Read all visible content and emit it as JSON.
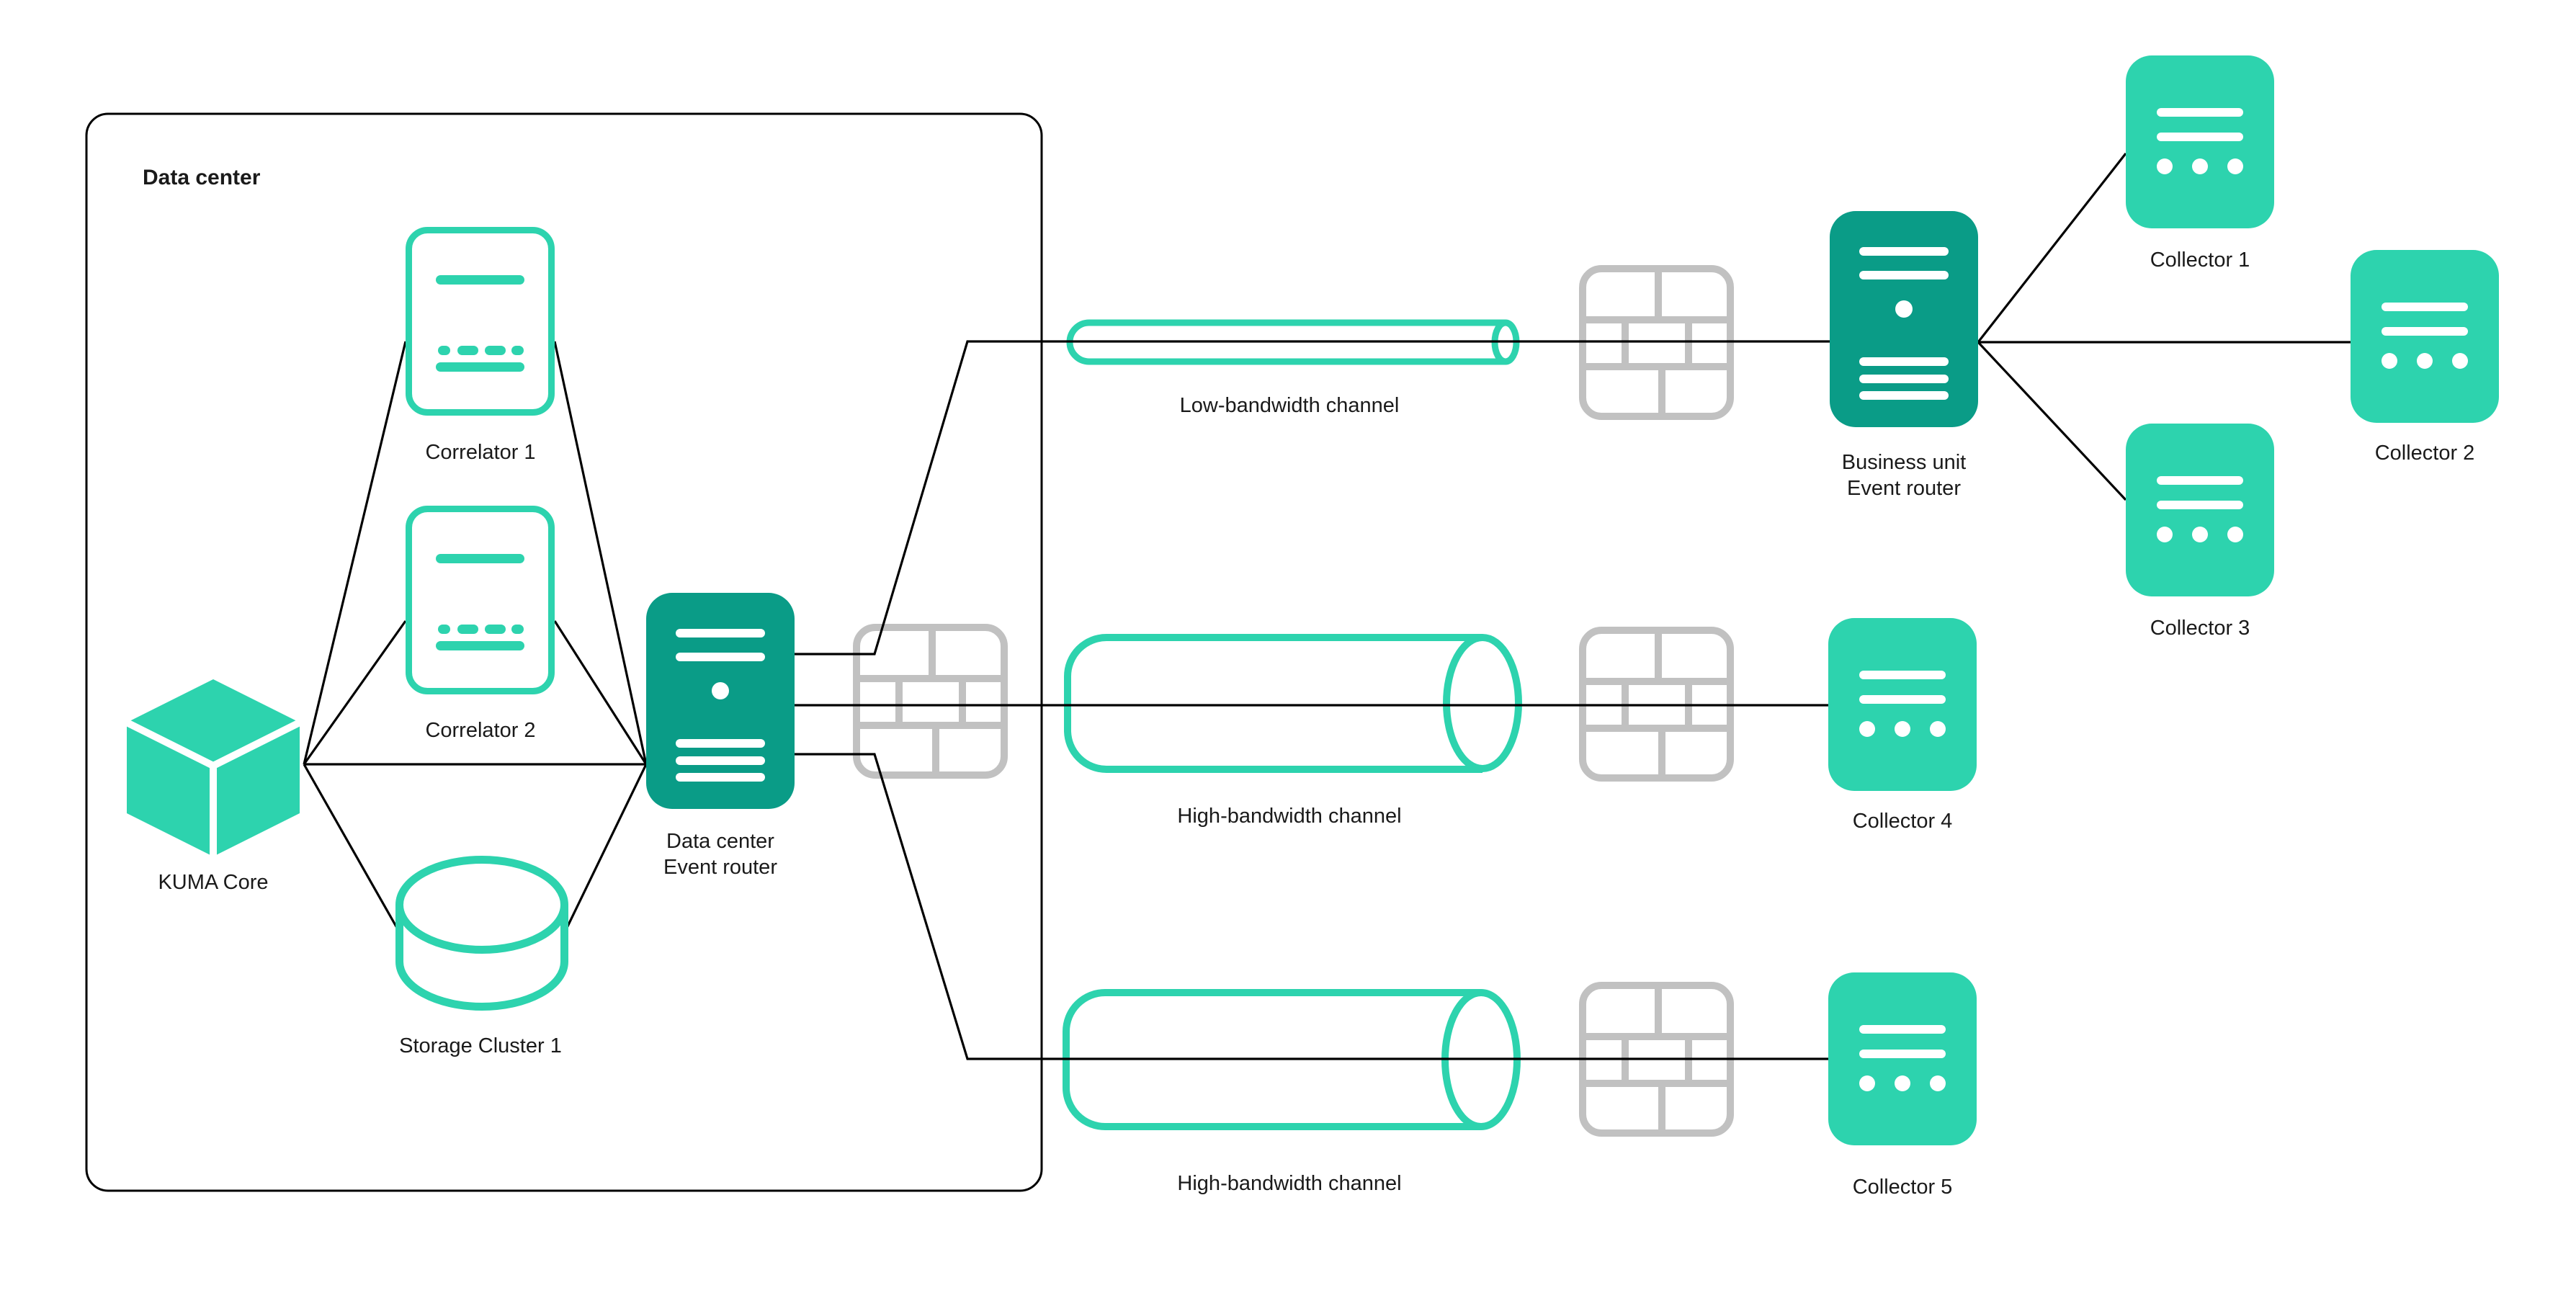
{
  "colors": {
    "teal": "#2DD3AE",
    "teal-dark": "#0A9C87",
    "gray": "#C1C1C1",
    "line": "#000000",
    "text": "#1A1A1A",
    "bg": "#FFFFFF"
  },
  "region": {
    "title": "Data center"
  },
  "nodes": {
    "kuma_core": {
      "label": "KUMA Core",
      "icon": "cube-icon"
    },
    "correlator1": {
      "label": "Correlator 1",
      "icon": "correlator-icon"
    },
    "correlator2": {
      "label": "Correlator 2",
      "icon": "correlator-icon"
    },
    "storage_cluster1": {
      "label": "Storage Cluster 1",
      "icon": "database-icon"
    },
    "dc_event_router": {
      "label_line1": "Data center",
      "label_line2": "Event router",
      "icon": "server-icon"
    },
    "bu_event_router": {
      "label_line1": "Business unit",
      "label_line2": "Event router",
      "icon": "server-icon"
    },
    "collector1": {
      "label": "Collector 1",
      "icon": "collector-icon"
    },
    "collector2": {
      "label": "Collector 2",
      "icon": "collector-icon"
    },
    "collector3": {
      "label": "Collector 3",
      "icon": "collector-icon"
    },
    "collector4": {
      "label": "Collector 4",
      "icon": "collector-icon"
    },
    "collector5": {
      "label": "Collector 5",
      "icon": "collector-icon"
    }
  },
  "channels": {
    "low": {
      "label": "Low-bandwidth channel",
      "icon": "pipe-icon"
    },
    "high_mid": {
      "label": "High-bandwidth channel",
      "icon": "pipe-icon"
    },
    "high_bottom": {
      "label": "High-bandwidth channel",
      "icon": "pipe-icon"
    }
  },
  "firewalls": {
    "icon": "firewall-icon",
    "count": 4
  }
}
